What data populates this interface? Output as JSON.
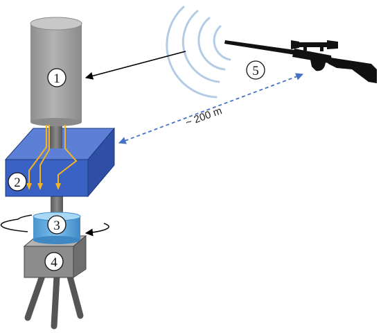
{
  "labels": {
    "microphone": "1",
    "chamber": "2",
    "rotator": "3",
    "base": "4",
    "rifle": "5"
  },
  "distance_text": "~ 200 m",
  "icons": [
    "microphone-cylinder-icon",
    "chamber-box-icon",
    "rotator-icon",
    "base-box-icon",
    "tripod-icon",
    "rifle-icon",
    "sound-wave-icon"
  ],
  "colors": {
    "cylinder": "#a3a3a3",
    "chamber": "#3a62c4",
    "rotator": "#5ba9e0",
    "base": "#8c8c8c",
    "tripod": "#555555",
    "internal_arrows": "#f5b41e",
    "distance_arrow": "#4472c4",
    "sound_waves": "#b4cbe6",
    "rifle": "#111111"
  }
}
